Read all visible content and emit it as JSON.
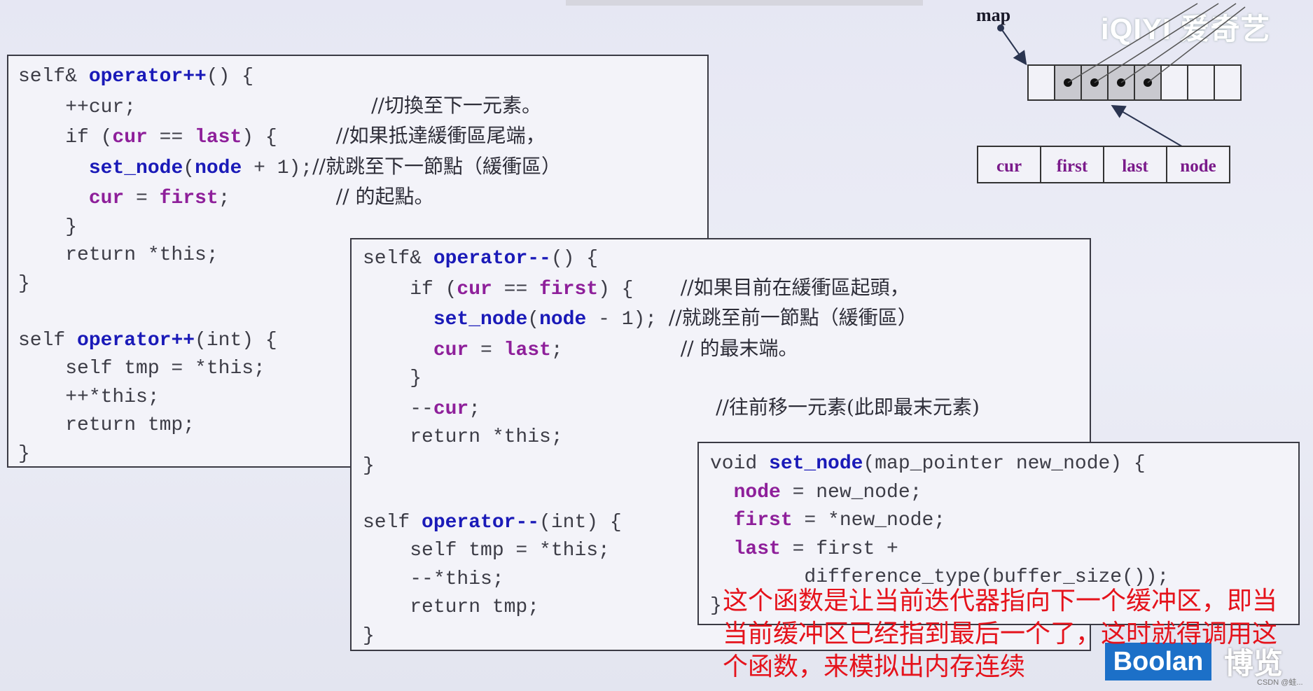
{
  "branding": {
    "logo": "iQIYI 爱奇艺",
    "boolan": "Boolan",
    "boolan_cn": "博览",
    "watermark": "CSDN @蛙..."
  },
  "diagram": {
    "map_label": "map",
    "iterator_fields": [
      "cur",
      "first",
      "last",
      "node"
    ]
  },
  "code1": {
    "lines": [
      [
        "self& ",
        "operator++",
        "() {"
      ],
      "    ++cur;",
      [
        "    if (",
        "cur",
        " == ",
        "last",
        ") {"
      ],
      [
        "      ",
        "set_node",
        "(",
        "node",
        " + 1);"
      ],
      [
        "      ",
        "cur",
        " = ",
        "first",
        ";"
      ],
      "    }",
      "    return *this;",
      "}",
      "",
      [
        "self ",
        "operator++",
        "(int) {"
      ],
      "    self tmp = *this;",
      "    ++*this;",
      "    return tmp;",
      "}"
    ],
    "comments": [
      "//切換至下一元素。",
      "//如果抵達緩衝區尾端，",
      "//就跳至下一節點（緩衝區）",
      "// 的起點。"
    ]
  },
  "code2": {
    "comments": [
      "//如果目前在緩衝區起頭，",
      "//就跳至前一節點（緩衝區）",
      "// 的最末端。",
      "//往前移一元素(此即最末元素)"
    ]
  },
  "caption": "这个函数是让当前迭代器指向下一个缓冲区，即当当前缓冲区已经指到最后一个了，这时就得调用这个函数，来模拟出内存连续"
}
